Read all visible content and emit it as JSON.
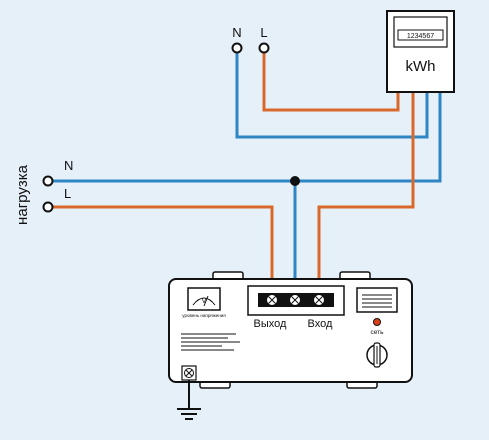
{
  "meter": {
    "display_value": "1234567",
    "unit_label": "kWh"
  },
  "supply": {
    "neutral_label": "N",
    "line_label": "L"
  },
  "load": {
    "side_label": "нагрузка",
    "neutral_label": "N",
    "line_label": "L"
  },
  "stabilizer": {
    "gauge_symbol": "V",
    "gauge_caption": "уровень напряжения",
    "output_label": "Выход",
    "input_label": "Вход",
    "power_indicator_label": "сеть"
  },
  "colors": {
    "background": "#e6f0f9",
    "neutral_wire": "#2f86c4",
    "line_wire": "#d9692a",
    "device_body": "#ffffff",
    "outline": "#1a1a1a"
  },
  "icons": [
    "terminal-screw-icon",
    "voltmeter-gauge-icon",
    "power-led-icon",
    "power-switch-icon",
    "ground-symbol-icon"
  ]
}
